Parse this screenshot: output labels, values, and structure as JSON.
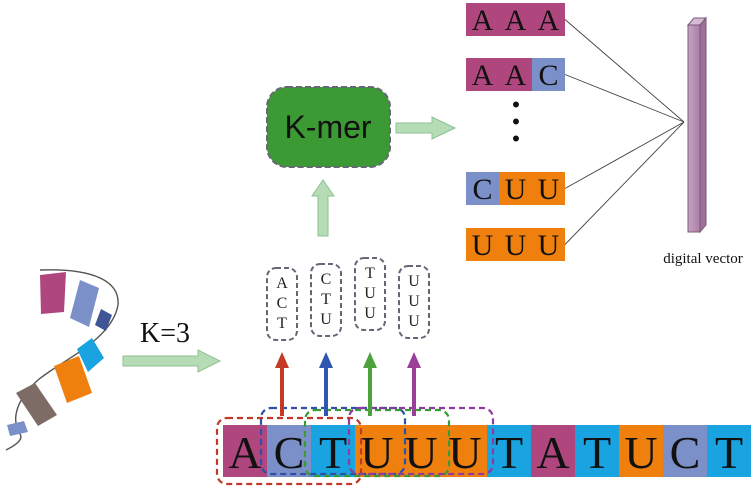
{
  "colors": {
    "A": "#b0467e",
    "C": "#7b90c8",
    "T": "#19a3e1",
    "U": "#f0800e",
    "kmer_box": "#3c9a35",
    "light_arrow": "#b6dcb6",
    "vector": "#b98fb6",
    "dashed_box": "#666677"
  },
  "sequence": [
    "A",
    "C",
    "T",
    "U",
    "U",
    "U",
    "T",
    "A",
    "T",
    "U",
    "C",
    "T"
  ],
  "windows": [
    {
      "chars": [
        "A",
        "C",
        "T"
      ],
      "color": "#c0392b",
      "arrow_color": "#c43a26"
    },
    {
      "chars": [
        "C",
        "T",
        "U"
      ],
      "color": "#2f4fa8",
      "arrow_color": "#2f57b0"
    },
    {
      "chars": [
        "T",
        "U",
        "U"
      ],
      "color": "#3a9a35",
      "arrow_color": "#4da33b"
    },
    {
      "chars": [
        "U",
        "U",
        "U"
      ],
      "color": "#8e3aa0",
      "arrow_color": "#9c3f99"
    }
  ],
  "k_label": "K=3",
  "kmer_label": "K-mer",
  "kmer_list": [
    [
      "A",
      "A",
      "A"
    ],
    [
      "A",
      "A",
      "C"
    ],
    [
      "C",
      "U",
      "U"
    ],
    [
      "U",
      "U",
      "U"
    ]
  ],
  "ellipsis": "•\n•\n•",
  "vector_label": "digital vector",
  "rna_segments": [
    "A",
    "C",
    "C",
    "T",
    "U",
    "A",
    "C"
  ]
}
